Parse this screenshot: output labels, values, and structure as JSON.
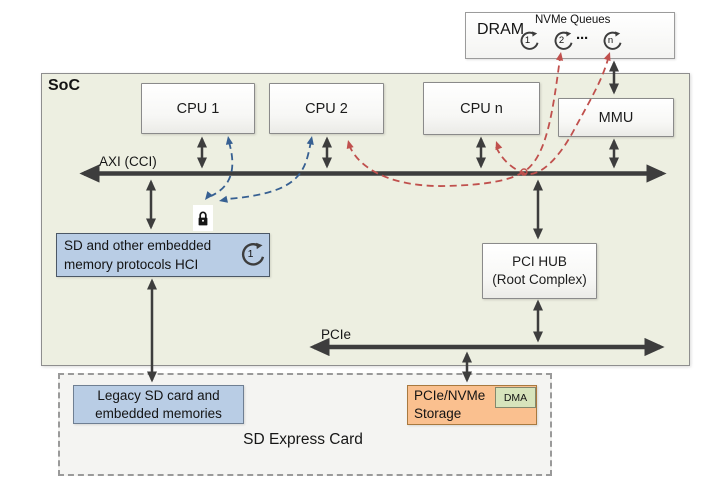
{
  "diagram": {
    "soc": {
      "label": "SoC"
    },
    "dram": {
      "label": "DRAM",
      "queues_title": "NVMe Queues",
      "queues": [
        "1",
        "2",
        "n"
      ],
      "ellipsis": "···"
    },
    "cpus": [
      {
        "label": "CPU 1"
      },
      {
        "label": "CPU 2"
      },
      {
        "label": "CPU n"
      }
    ],
    "mmu": {
      "label": "MMU"
    },
    "axi_bus": {
      "label": "AXI (CCI)"
    },
    "pcie_bus": {
      "label": "PCIe"
    },
    "hci": {
      "label": "SD and other embedded\nmemory protocols HCI",
      "queue": "1"
    },
    "pci_hub": {
      "label": "PCI HUB\n(Root Complex)"
    },
    "sd_express": {
      "label": "SD Express Card"
    },
    "legacy": {
      "label": "Legacy SD card and\nembedded memories"
    },
    "storage": {
      "label": "PCIe/NVMe\nStorage",
      "dma": "DMA"
    },
    "colors": {
      "soc_background": "#edefe1",
      "blue_box": "#b9cde5",
      "storage_orange": "#fac08f",
      "dma_green": "#d7e4bc",
      "flow_red": "#c0504d",
      "flow_blue": "#376092",
      "arrow_dark": "#3d3d3d"
    }
  }
}
